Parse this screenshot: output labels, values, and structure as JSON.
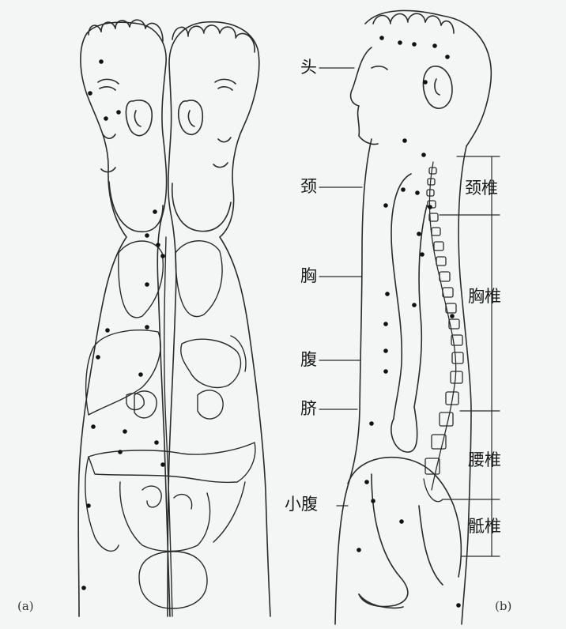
{
  "panels": {
    "a": {
      "label": "(a)"
    },
    "b": {
      "label": "(b)"
    }
  },
  "regions": {
    "head": "头",
    "neck": "颈",
    "chest": "胸",
    "abdomen": "腹",
    "navel": "脐",
    "lower_abdomen": "小腹"
  },
  "spine": {
    "cervical": "颈椎",
    "thoracic": "胸椎",
    "lumbar": "腰椎",
    "sacral": "骶椎"
  },
  "colors": {
    "background": "#f3f6f4",
    "line": "#2b2b2b",
    "dot": "#111111"
  }
}
